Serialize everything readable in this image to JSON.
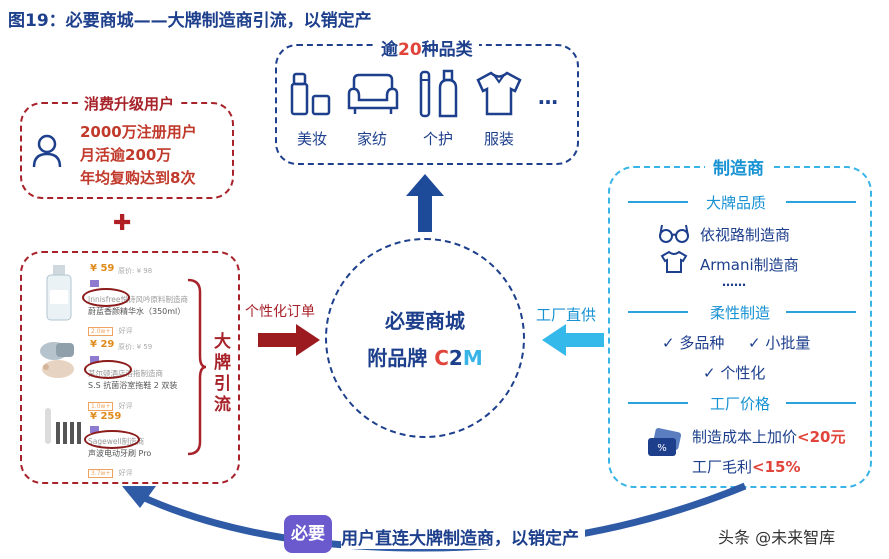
{
  "title": "图19：必要商城——大牌制造商引流，以销定产",
  "categories": {
    "header_prefix": "逾",
    "header_number": "20",
    "header_suffix": "种品类",
    "items": [
      "美妆",
      "家纺",
      "个护",
      "服装"
    ],
    "more": "…"
  },
  "consumer": {
    "title": "消费升级用户",
    "lines": [
      {
        "number": "2000",
        "text": "万注册用户"
      },
      {
        "prefix": "月活逾",
        "number": "200",
        "suffix": "万"
      },
      {
        "prefix": "年均复购达到",
        "number": "8",
        "suffix": "次"
      }
    ]
  },
  "plus_sign": "✚",
  "brand_traffic": "大牌引流",
  "products": [
    {
      "price": "¥ 59",
      "orig": "原价: ¥ 98",
      "maker": "Innisfree悦诗风吟原料制造商",
      "name": "蔚蓝香颜精华水（350ml）",
      "reviews": "2.0w+",
      "review_suffix": "好评"
    },
    {
      "price": "¥ 29",
      "orig": "原价: ¥ 59",
      "maker": "某尔顿酒店浴拖制造商",
      "name": "S.S 抗菌浴室拖鞋 2 双装",
      "reviews": "1.0w+",
      "review_suffix": "好评"
    },
    {
      "price": "¥ 259",
      "orig": "",
      "maker": "Sagewell制造商",
      "name": "声波电动牙刷 Pro",
      "reviews": "3.7w+",
      "review_suffix": "好评"
    }
  ],
  "personalized_order": "个性化订单",
  "factory_direct": "工厂直供",
  "center": {
    "line1": "必要商城",
    "line2_prefix": "附品牌",
    "c": "C",
    "two": "2",
    "m": "M"
  },
  "manufacturer": {
    "title": "制造商",
    "brand_quality": "大牌品质",
    "brands": [
      "依视路制造商",
      "Armani制造商"
    ],
    "dots": "……",
    "flexible": "柔性制造",
    "flex_items": [
      "✓ 多品种",
      "✓ 小批量",
      "✓ 个性化"
    ],
    "factory_price": "工厂价格",
    "cost_prefix": "制造成本上加价",
    "cost_value": "<20元",
    "margin_prefix": "工厂毛利",
    "margin_value": "<15%"
  },
  "bottom": {
    "logo": "必要",
    "text": "用户直连大牌制造商，以销定产"
  },
  "watermark": "头条 @未来智库",
  "colors": {
    "navy": "#1d3f8c",
    "red": "#a8222a",
    "cyan": "#39b4e6",
    "accent_red": "#e0443a"
  }
}
